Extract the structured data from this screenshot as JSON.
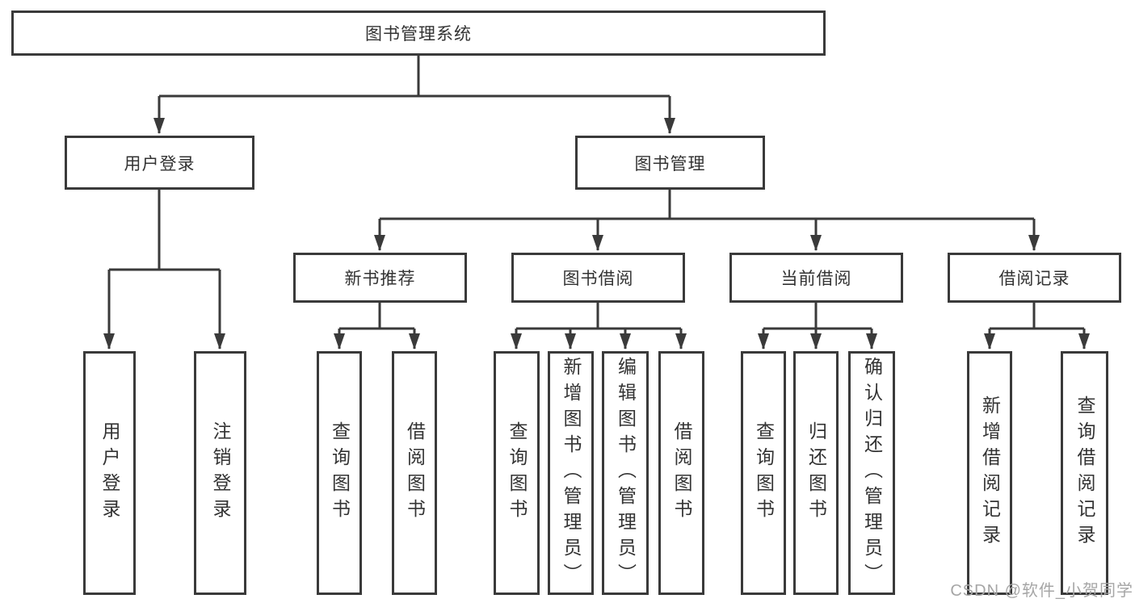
{
  "diagram": {
    "root": "图书管理系统",
    "user_branch": {
      "label": "用户登录",
      "children": [
        "用户登录",
        "注销登录"
      ]
    },
    "mgmt_branch": {
      "label": "图书管理",
      "groups": [
        {
          "label": "新书推荐",
          "children": [
            "查询图书",
            "借阅图书"
          ]
        },
        {
          "label": "图书借阅",
          "children": [
            "查询图书",
            "新增图书（管理员）",
            "编辑图书（管理员）",
            "借阅图书"
          ]
        },
        {
          "label": "当前借阅",
          "children": [
            "查询图书",
            "归还图书",
            "确认归还（管理员）"
          ]
        },
        {
          "label": "借阅记录",
          "children": [
            "新增借阅记录",
            "查询借阅记录"
          ]
        }
      ]
    },
    "watermark": "CSDN @软件_小贺同学",
    "colors": {
      "line": "#3a3a3a",
      "box_border": "#3a3a3a",
      "box_fill": "#ffffff",
      "text": "#333333",
      "watermark": "#a6a6a6",
      "background": "#ffffff"
    }
  }
}
